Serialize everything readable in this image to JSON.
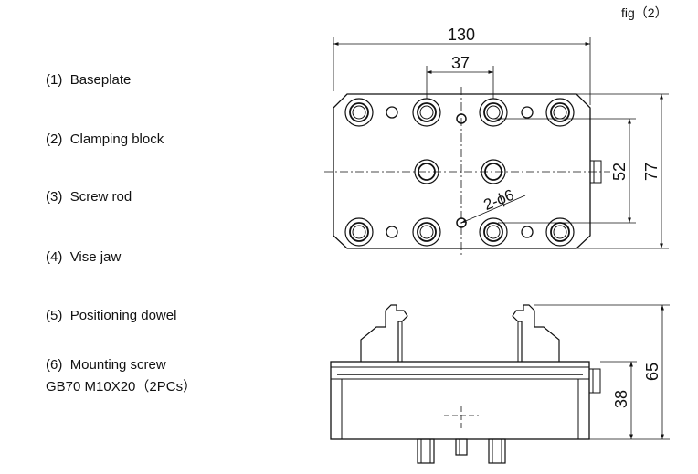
{
  "figure_label": "fig（2）",
  "parts": [
    {
      "number": "(1)",
      "name": "Baseplate"
    },
    {
      "number": "(2)",
      "name": "Clamping block"
    },
    {
      "number": "(3)",
      "name": "Screw rod"
    },
    {
      "number": "(4)",
      "name": "Vise jaw"
    },
    {
      "number": "(5)",
      "name": "Positioning dowel"
    },
    {
      "number": "(6)",
      "name": "Mounting screw",
      "sub": "GB70  M10X20（2PCs）"
    }
  ],
  "dimensions": {
    "overall_width": "130",
    "hole_spacing": "37",
    "hole_row_spacing": "52",
    "overall_depth": "77",
    "dowel_holes": "2-ϕ6",
    "total_height": "65",
    "base_height": "38"
  }
}
